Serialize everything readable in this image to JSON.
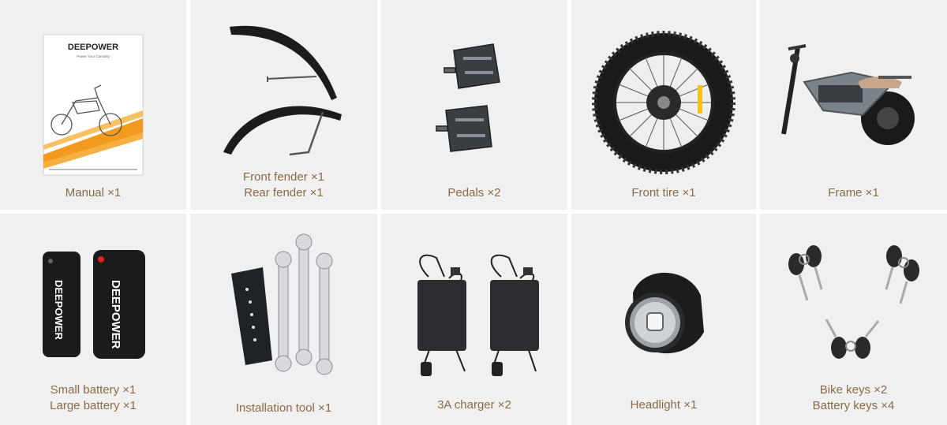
{
  "items": [
    {
      "lines": [
        "Manual ×1"
      ],
      "icon": "manual-icon"
    },
    {
      "lines": [
        "Front fender ×1",
        "Rear fender ×1"
      ],
      "icon": "fender-icon"
    },
    {
      "lines": [
        "Pedals ×2"
      ],
      "icon": "pedal-icon"
    },
    {
      "lines": [
        "Front tire ×1"
      ],
      "icon": "tire-icon"
    },
    {
      "lines": [
        "Frame ×1"
      ],
      "icon": "frame-icon"
    },
    {
      "lines": [
        "Small battery ×1",
        "Large battery ×1"
      ],
      "icon": "battery-icon"
    },
    {
      "lines": [
        "Installation tool ×1"
      ],
      "icon": "tool-icon"
    },
    {
      "lines": [
        "3A charger ×2"
      ],
      "icon": "charger-icon"
    },
    {
      "lines": [
        "Headlight ×1"
      ],
      "icon": "headlight-icon"
    },
    {
      "lines": [
        "Bike keys ×2",
        "Battery keys ×4"
      ],
      "icon": "key-icon"
    }
  ],
  "manual": {
    "brand": "DEEPOWER",
    "tagline": "Power Your Curiosity"
  },
  "battery": {
    "brand": "DEEPOWER"
  },
  "colors": {
    "cell_bg": "#f0f0f0",
    "label": "#8b6b46",
    "accent_orange": "#f39a1e",
    "seat_tan": "#c9a58a"
  }
}
